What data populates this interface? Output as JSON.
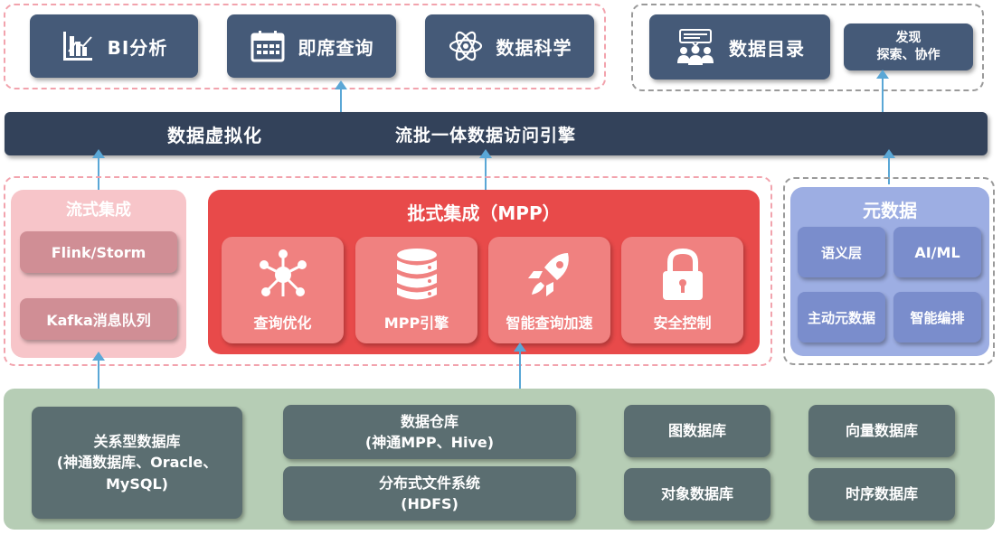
{
  "top_apps": [
    {
      "label": "BI分析",
      "icon": "bar-chart-icon"
    },
    {
      "label": "即席查询",
      "icon": "calendar-icon"
    },
    {
      "label": "数据科学",
      "icon": "atom-icon"
    }
  ],
  "catalog": {
    "label": "数据目录",
    "icon": "users-icon"
  },
  "discover": {
    "line1": "发现",
    "line2": "探索、协作"
  },
  "engine_bar": {
    "left": "数据虚拟化",
    "right": "流批一体数据访问引擎"
  },
  "stream": {
    "title": "流式集成",
    "items": [
      "Flink/Storm",
      "Kafka消息队列"
    ]
  },
  "batch": {
    "title": "批式集成（MPP）",
    "items": [
      {
        "label": "查询优化",
        "icon": "network-icon"
      },
      {
        "label": "MPP引擎",
        "icon": "database-icon"
      },
      {
        "label": "智能查询加速",
        "icon": "rocket-icon"
      },
      {
        "label": "安全控制",
        "icon": "lock-icon"
      }
    ]
  },
  "metadata": {
    "title": "元数据",
    "items": [
      "语义层",
      "AI/ML",
      "主动元数据",
      "智能编排"
    ]
  },
  "storage": {
    "relational": {
      "line1": "关系型数据库",
      "line2": "(神通数据库、Oracle、",
      "line3": "MySQL)"
    },
    "warehouse": {
      "line1": "数据仓库",
      "line2": "(神通MPP、Hive)"
    },
    "dfs": {
      "line1": "分布式文件系统",
      "line2": "(HDFS)"
    },
    "graph": "图数据库",
    "vector": "向量数据库",
    "object": "对象数据库",
    "timeseries": "时序数据库"
  },
  "colors": {
    "navy": "#455a78",
    "bar": "#33425a",
    "stream_bg": "#f7c5c9",
    "batch_bg": "#e84a4a",
    "meta_bg": "#9daee3",
    "storage_bg": "#b6cdb5",
    "arrow": "#5aa7d6"
  }
}
